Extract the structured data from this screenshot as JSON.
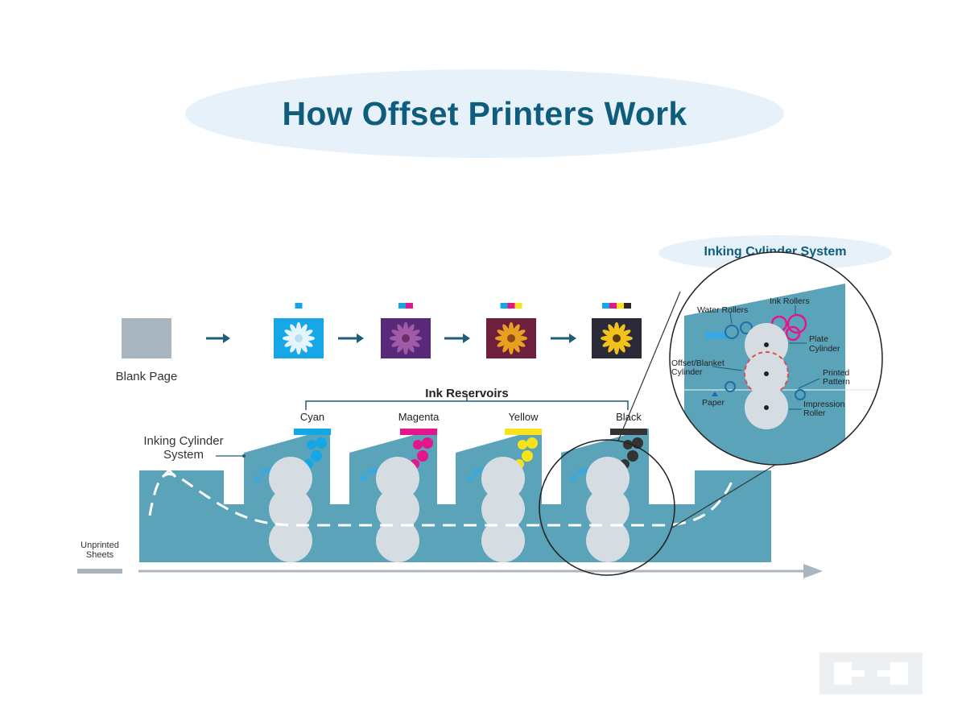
{
  "title": "How Offset Printers Work",
  "stages": {
    "blank_label": "Blank Page",
    "steps": [
      {
        "name": "cyan-pass",
        "bars": [
          "#14a7e6"
        ]
      },
      {
        "name": "magenta-pass",
        "bars": [
          "#14a7e6",
          "#e4168e"
        ]
      },
      {
        "name": "yellow-pass",
        "bars": [
          "#14a7e6",
          "#e4168e",
          "#f8e21c"
        ]
      },
      {
        "name": "black-pass",
        "bars": [
          "#14a7e6",
          "#e4168e",
          "#f8e21c",
          "#2a2a2a"
        ]
      }
    ]
  },
  "press": {
    "reservoirs_label": "Ink Reservoirs",
    "units": [
      {
        "label": "Cyan",
        "color": "#14a7e6"
      },
      {
        "label": "Magenta",
        "color": "#e4168e"
      },
      {
        "label": "Yellow",
        "color": "#f8e21c"
      },
      {
        "label": "Black",
        "color": "#333333"
      }
    ],
    "inking_system_label": [
      "Inking Cylinder",
      "System"
    ],
    "unprinted_label": [
      "Unprinted",
      "Sheets"
    ]
  },
  "inset": {
    "title": "Inking Cylinder System",
    "labels": {
      "water_rollers": "Water Rollers",
      "ink_rollers": "Ink Rollers",
      "plate_cylinder": [
        "Plate",
        "Cylinder"
      ],
      "offset_cylinder": [
        "Offset/Blanket",
        "Cylinder"
      ],
      "printed_pattern": [
        "Printed",
        "Pattern"
      ],
      "paper": "Paper",
      "impression_roller": [
        "Impression",
        "Roller"
      ]
    }
  },
  "colors": {
    "navy": "#0f5d7d",
    "machine": "#5aa3b8",
    "roller": "#d5dde3",
    "arrow": "#1f5c78",
    "grey": "#a9b6bf"
  }
}
